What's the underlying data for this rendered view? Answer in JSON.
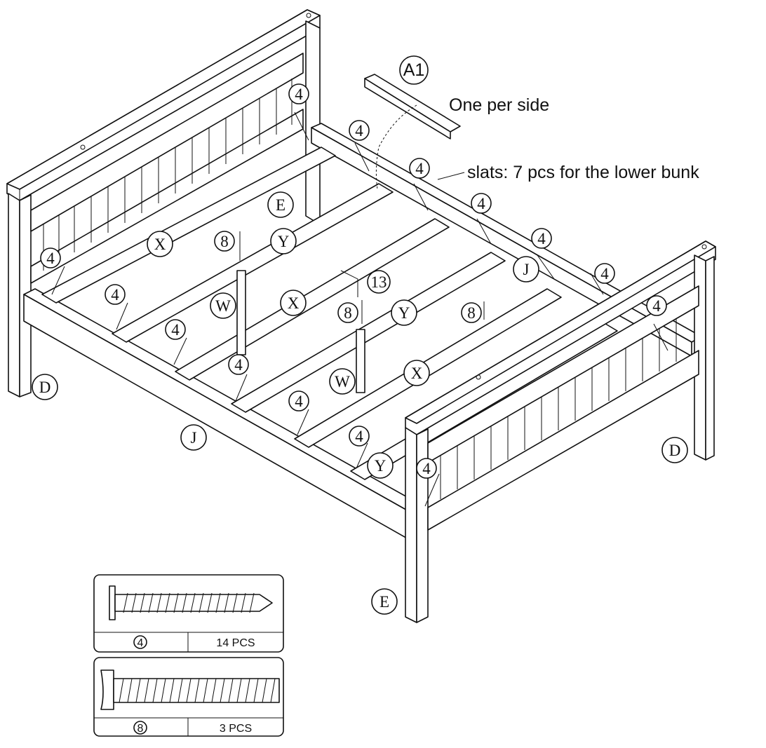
{
  "diagram": {
    "part_a1_label": "A1",
    "one_per_side": "One per side",
    "slats_note": "slats: 7 pcs for the lower bunk",
    "parts": {
      "D": "D",
      "E": "E",
      "J": "J",
      "W": "W",
      "X": "X",
      "Y": "Y"
    },
    "hardware_callouts": {
      "screw4": "4",
      "screw8": "8",
      "tool13": "13"
    }
  },
  "hardware_table": [
    {
      "part": "4",
      "quantity": "14 PCS",
      "icon": "wood-screw-icon"
    },
    {
      "part": "8",
      "quantity": "3 PCS",
      "icon": "machine-bolt-icon"
    }
  ]
}
